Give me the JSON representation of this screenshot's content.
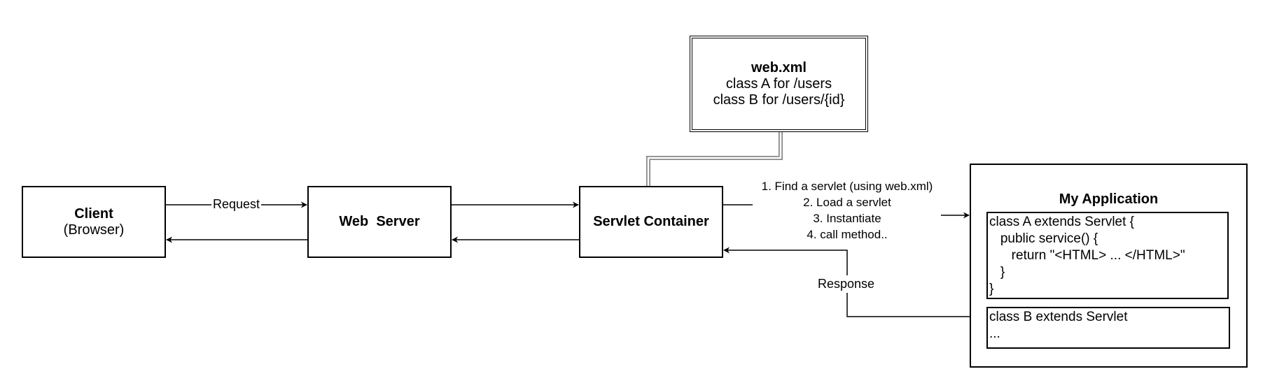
{
  "client": {
    "title": "Client",
    "subtitle": "(Browser)"
  },
  "web_server": {
    "title": "Web  Server"
  },
  "servlet_container": {
    "title": "Servlet Container"
  },
  "web_xml": {
    "title": "web.xml",
    "lines": [
      "class A for /users",
      "class B for /users/{id}"
    ]
  },
  "request_label": "Request",
  "response_label": "Response",
  "steps": [
    "1. Find a servlet (using web.xml)",
    "2. Load a servlet",
    "3. Instantiate",
    "4. call method.."
  ],
  "my_application": {
    "title": "My Application",
    "class_a": [
      "class A extends Servlet {",
      "   public service() {",
      "      return \"<HTML> ... </HTML>\"",
      "   }",
      "}"
    ],
    "class_b": [
      "class B extends Servlet",
      "..."
    ]
  }
}
